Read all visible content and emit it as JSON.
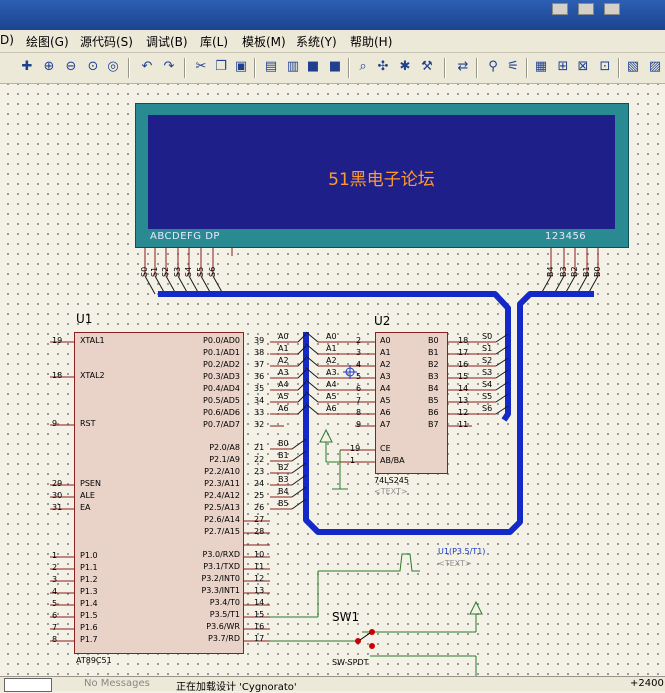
{
  "menu": [
    "D)",
    "绘图(G)",
    "源代码(S)",
    "调试(B)",
    "库(L)",
    "模板(M)",
    "系统(Y)",
    "帮助(H)"
  ],
  "lcd": {
    "text": "51黑电子论坛",
    "seg_left": "ABCDEFG  DP",
    "seg_right": "123456",
    "top_pins": [
      "S0",
      "S1",
      "S2",
      "S3",
      "S4",
      "S5",
      "S6"
    ],
    "right_pins": [
      "B4",
      "B3",
      "B2",
      "B1",
      "B0"
    ]
  },
  "u1": {
    "ref": "U1",
    "part": "AT89C51",
    "left_pins": [
      {
        "num": "19",
        "name": "XTAL1"
      },
      {
        "num": "18",
        "name": "XTAL2"
      },
      {
        "num": "9",
        "name": "RST"
      },
      {
        "num": "29",
        "name": "PSEN"
      },
      {
        "num": "30",
        "name": "ALE"
      },
      {
        "num": "31",
        "name": "EA"
      },
      {
        "num": "1",
        "name": "P1.0"
      },
      {
        "num": "2",
        "name": "P1.1"
      },
      {
        "num": "3",
        "name": "P1.2"
      },
      {
        "num": "4",
        "name": "P1.3"
      },
      {
        "num": "5",
        "name": "P1.4"
      },
      {
        "num": "6",
        "name": "P1.5"
      },
      {
        "num": "7",
        "name": "P1.6"
      },
      {
        "num": "8",
        "name": "P1.7"
      }
    ],
    "right_pins": [
      {
        "num": "39",
        "name": "P0.0/AD0",
        "net": "A0"
      },
      {
        "num": "38",
        "name": "P0.1/AD1",
        "net": "A1"
      },
      {
        "num": "37",
        "name": "P0.2/AD2",
        "net": "A2"
      },
      {
        "num": "36",
        "name": "P0.3/AD3",
        "net": "A3"
      },
      {
        "num": "35",
        "name": "P0.4/AD4",
        "net": "A4"
      },
      {
        "num": "34",
        "name": "P0.5/AD5",
        "net": "A5"
      },
      {
        "num": "33",
        "name": "P0.6/AD6",
        "net": "A6"
      },
      {
        "num": "32",
        "name": "P0.7/AD7",
        "net": ""
      },
      {
        "num": "21",
        "name": "P2.0/A8",
        "net": "B0"
      },
      {
        "num": "22",
        "name": "P2.1/A9",
        "net": "B1"
      },
      {
        "num": "23",
        "name": "P2.2/A10",
        "net": "B2"
      },
      {
        "num": "24",
        "name": "P2.3/A11",
        "net": "B3"
      },
      {
        "num": "25",
        "name": "P2.4/A12",
        "net": "B4"
      },
      {
        "num": "26",
        "name": "P2.5/A13",
        "net": "B5"
      },
      {
        "num": "27",
        "name": "P2.6/A14",
        "net": ""
      },
      {
        "num": "28",
        "name": "P2.7/A15",
        "net": ""
      },
      {
        "num": "10",
        "name": "P3.0/RXD",
        "net": ""
      },
      {
        "num": "11",
        "name": "P3.1/TXD",
        "net": ""
      },
      {
        "num": "12",
        "name": "P3.2/INT0",
        "net": ""
      },
      {
        "num": "13",
        "name": "P3.3/INT1",
        "net": ""
      },
      {
        "num": "14",
        "name": "P3.4/T0",
        "net": ""
      },
      {
        "num": "15",
        "name": "P3.5/T1",
        "net": ""
      },
      {
        "num": "16",
        "name": "P3.6/WR",
        "net": ""
      },
      {
        "num": "17",
        "name": "P3.7/RD",
        "net": ""
      }
    ]
  },
  "u2": {
    "ref": "U2",
    "part": "74LS245",
    "text_placeholder": "<TEXT>",
    "left_pins": [
      {
        "num": "2",
        "name": "A0",
        "net": "A0"
      },
      {
        "num": "3",
        "name": "A1",
        "net": "A1"
      },
      {
        "num": "4",
        "name": "A2",
        "net": "A2"
      },
      {
        "num": "5",
        "name": "A3",
        "net": "A3"
      },
      {
        "num": "6",
        "name": "A4",
        "net": "A4"
      },
      {
        "num": "7",
        "name": "A5",
        "net": "A5"
      },
      {
        "num": "8",
        "name": "A6",
        "net": "A6"
      },
      {
        "num": "9",
        "name": "A7",
        "net": ""
      }
    ],
    "right_pins": [
      {
        "num": "18",
        "name": "B0",
        "net": "S0"
      },
      {
        "num": "17",
        "name": "B1",
        "net": "S1"
      },
      {
        "num": "16",
        "name": "B2",
        "net": "S2"
      },
      {
        "num": "15",
        "name": "B3",
        "net": "S3"
      },
      {
        "num": "14",
        "name": "B4",
        "net": "S4"
      },
      {
        "num": "13",
        "name": "B5",
        "net": "S5"
      },
      {
        "num": "12",
        "name": "B6",
        "net": "S6"
      },
      {
        "num": "11",
        "name": "B7",
        "net": ""
      }
    ],
    "ctrl_pins": [
      {
        "num": "19",
        "name": "CE"
      },
      {
        "num": "1",
        "name": "AB/BA"
      }
    ]
  },
  "probe": {
    "label": "U1(P3.5/T1)",
    "text": "<TEXT>"
  },
  "switch": {
    "ref": "SW1",
    "part": "SW-SPDT"
  },
  "status": {
    "left": "No Messages",
    "middle": "正在加载设计 'Cygnorato'",
    "right": "+2400"
  }
}
